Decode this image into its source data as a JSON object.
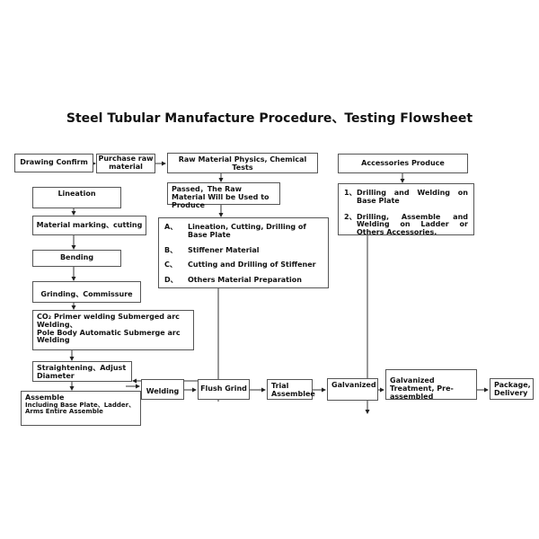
{
  "title": "Steel Tubular Manufacture Procedure、Testing Flowsheet",
  "boxes": {
    "drawing_confirm": "Drawing Confirm",
    "purchase": "Purchase raw material",
    "raw_tests": "Raw Material Physics, Chemical Tests",
    "accessories": "Accessories Produce",
    "passed": "Passed，The Raw Material Will be Used to Produce",
    "lineation": "Lineation",
    "marking": "Material marking、cutting",
    "bending": "Bending",
    "grinding": "Grinding、Commissure",
    "co2": "CO₂ Primer welding Submerged arc Welding、",
    "pole": "Pole Body Automatic Submerge arc Welding",
    "straightening": "Straightening、Adjust Diameter",
    "assemble_title": "Assemble",
    "assemble_detail": "Including Base Plate、Ladder、Arms Entire Assemble",
    "welding": "Welding",
    "flush_grind": "Flush Grind",
    "trial": "Trial Assemblee",
    "galvanized": "Galvanized",
    "galv_treatment": "Galvanized Treatment, Pre-assembled",
    "package": "Package, Delivery"
  },
  "materials_list": [
    {
      "key": "A、",
      "text": "Lineation, Cutting, Drilling of Base Plate"
    },
    {
      "key": "B、",
      "text": "Stiffener Material"
    },
    {
      "key": "C、",
      "text": "Cutting and Drilling of Stiffener"
    },
    {
      "key": "D、",
      "text": "Others Material Preparation"
    }
  ],
  "accessories_list": [
    {
      "key": "1、",
      "text": "Drilling and Welding on Base Plate"
    },
    {
      "key": "2、",
      "text": "Drilling, Assemble and Welding on Ladder or Others Accessories."
    }
  ]
}
